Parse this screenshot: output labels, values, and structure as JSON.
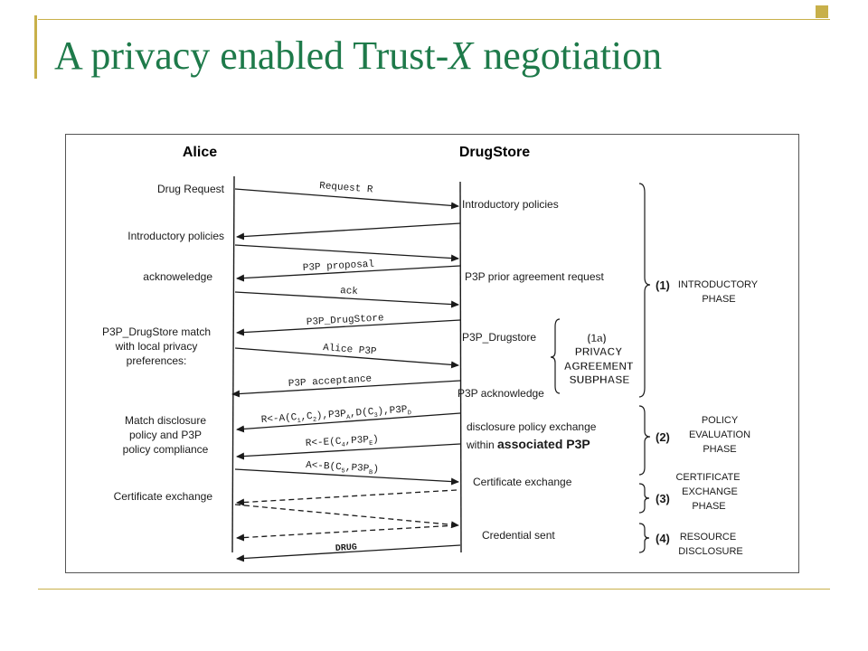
{
  "slide": {
    "title_part1": "A privacy enabled Trust-",
    "title_italic": "X",
    "title_part2": " negotiation"
  },
  "parties": {
    "left": "Alice",
    "right": "DrugStore"
  },
  "left_notes": {
    "drug_request": "Drug Request",
    "intro_policies": "Introductory policies",
    "acknowledge": "acknoweledge",
    "match_line1": "P3P_DrugStore match",
    "match_line2": "with local privacy",
    "match_line3": "preferences:",
    "disclosure_line1": "Match disclosure",
    "disclosure_line2": "policy and P3P",
    "disclosure_line3": "policy compliance",
    "cert_exchange": "Certificate exchange"
  },
  "right_notes": {
    "intro_policies": "Introductory policies",
    "prior_agreement": "P3P prior agreement request",
    "p3p_drugstore": "P3P_Drugstore",
    "p3p_ack": "P3P acknowledge",
    "disclosure_line1": "disclosure policy exchange",
    "disclosure_line2_prefix": "within ",
    "disclosure_line2_bold": "associated P3P",
    "cert_exchange": "Certificate exchange",
    "credential_sent": "Credential sent"
  },
  "messages": {
    "request": "Request R",
    "p3p_proposal": "P3P proposal",
    "ack": "ack",
    "p3p_drugstore": "P3P_DrugStore",
    "alice_p3p": "Alice P3P",
    "p3p_acceptance": "P3P acceptance",
    "drug": "DRUG"
  },
  "formulas": {
    "r_a": "R<-A(C1,C2),P3PA,D(C3),P3PD",
    "r_e": "R<-E(C4,P3PE)",
    "a_b": "A<-B(C5,P3PB)"
  },
  "subphase": {
    "num": "(1a)",
    "line1": "PRIVACY",
    "line2": "AGREEMENT",
    "line3": "SUBPHASE"
  },
  "phases": [
    {
      "num": "(1)",
      "line1": "INTRODUCTORY",
      "line2": "PHASE",
      "line3": ""
    },
    {
      "num": "(2)",
      "line1": "POLICY",
      "line2": "EVALUATION",
      "line3": "PHASE"
    },
    {
      "num": "(3)",
      "line1": "CERTIFICATE",
      "line2": "EXCHANGE",
      "line3": "PHASE"
    },
    {
      "num": "(4)",
      "line1": "RESOURCE",
      "line2": "DISCLOSURE",
      "line3": ""
    }
  ],
  "colors": {
    "title": "#1e7a4a",
    "accent_lines": "#c8b04a",
    "diagram_ink": "#1a1a1a"
  }
}
